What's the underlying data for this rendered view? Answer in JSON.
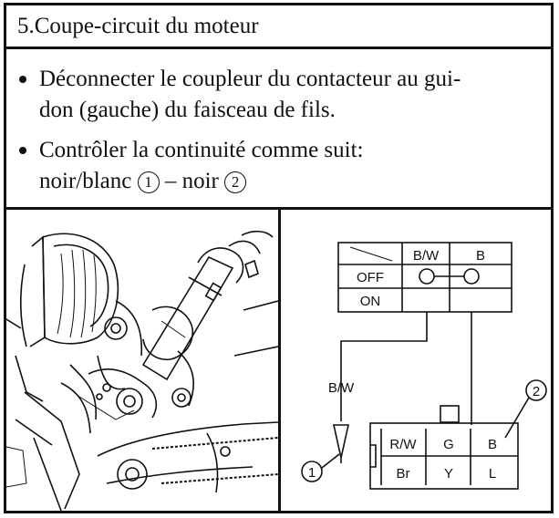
{
  "section": {
    "title": "5.Coupe-circuit du moteur"
  },
  "instructions": {
    "bullet1_line1": "Déconnecter le coupleur du contacteur au gui-",
    "bullet1_line2": "don (gauche) du faisceau de fils.",
    "bullet2_line1": "Contrôler la continuité comme suit:",
    "bullet2_line2_a": "noir/blanc",
    "bullet2_line2_circle1": "1",
    "bullet2_line2_b": "– noir",
    "bullet2_line2_circle2": "2"
  },
  "switch_table": {
    "col_headers": [
      "B/W",
      "B"
    ],
    "row_labels": [
      "OFF",
      "ON"
    ]
  },
  "wiring": {
    "wire_label": "B/W",
    "callout_1": "1",
    "callout_2": "2"
  },
  "connector": {
    "top_row": [
      "R/W",
      "G",
      "B"
    ],
    "bottom_row": [
      "Br",
      "Y",
      "L"
    ]
  }
}
